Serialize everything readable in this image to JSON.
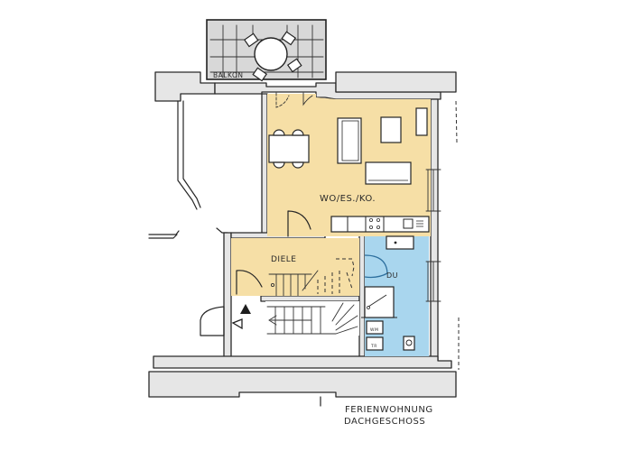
{
  "drawing": {
    "title_line1": "FERIENWOHNUNG",
    "title_line2": "DACHGESCHOSS",
    "colors": {
      "living_fill": "#f6dfa6",
      "hall_fill": "#f6dfa6",
      "bath_fill": "#a9d6ee",
      "bath_stroke": "#2d6f9e",
      "balcony_fill": "#d8d8d8",
      "wall_fill": "#e6e6e6",
      "ink": "#262626"
    },
    "rooms": [
      {
        "id": "balkon",
        "label": "BALKON"
      },
      {
        "id": "living",
        "label": "WO/ES./KO."
      },
      {
        "id": "diele",
        "label": "DIELE"
      },
      {
        "id": "du",
        "label": "DU"
      }
    ],
    "fixtures": {
      "washer": "WM",
      "dryer": "TR"
    }
  }
}
